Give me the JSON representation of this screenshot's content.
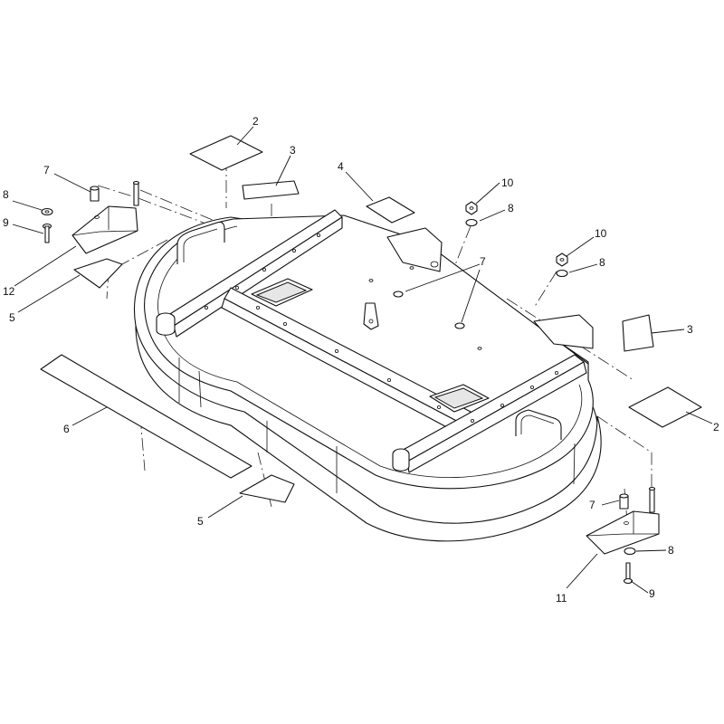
{
  "callouts": [
    {
      "id": "c2a",
      "text": "2"
    },
    {
      "id": "c3a",
      "text": "3"
    },
    {
      "id": "c4",
      "text": "4"
    },
    {
      "id": "c10a",
      "text": "10"
    },
    {
      "id": "c8a",
      "text": "8"
    },
    {
      "id": "c7a",
      "text": "7"
    },
    {
      "id": "c8b",
      "text": "8"
    },
    {
      "id": "c9a",
      "text": "9"
    },
    {
      "id": "c12",
      "text": "12"
    },
    {
      "id": "c5a",
      "text": "5"
    },
    {
      "id": "c10b",
      "text": "10"
    },
    {
      "id": "c8c",
      "text": "8"
    },
    {
      "id": "c7b",
      "text": "7"
    },
    {
      "id": "c3b",
      "text": "3"
    },
    {
      "id": "c6",
      "text": "6"
    },
    {
      "id": "c2b",
      "text": "2"
    },
    {
      "id": "c7c",
      "text": "7"
    },
    {
      "id": "c5b",
      "text": "5"
    },
    {
      "id": "c8d",
      "text": "8"
    },
    {
      "id": "c11",
      "text": "11"
    },
    {
      "id": "c9b",
      "text": "9"
    }
  ]
}
